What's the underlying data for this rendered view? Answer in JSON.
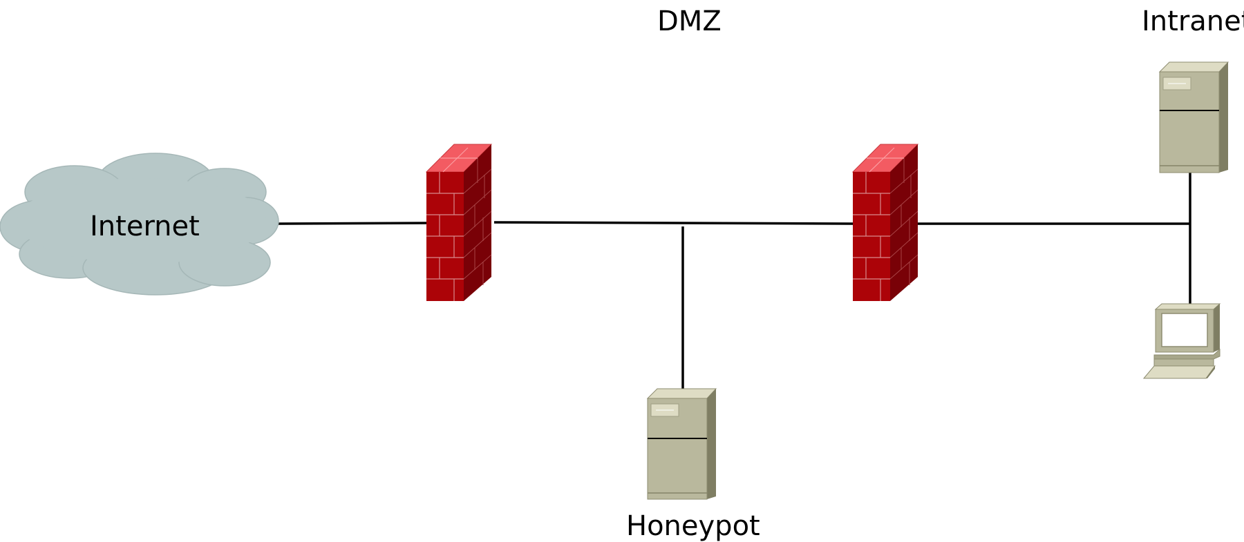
{
  "diagram": {
    "labels": {
      "internet": "Internet",
      "dmz": "DMZ",
      "honeypot": "Honeypot",
      "intranet": "Intranet"
    },
    "nodes": [
      {
        "id": "internet",
        "kind": "cloud",
        "label": "Internet"
      },
      {
        "id": "outer-firewall",
        "kind": "firewall"
      },
      {
        "id": "inner-firewall",
        "kind": "firewall"
      },
      {
        "id": "honeypot",
        "kind": "server",
        "label": "Honeypot"
      },
      {
        "id": "intranet-server",
        "kind": "server"
      },
      {
        "id": "intranet-workstation",
        "kind": "workstation"
      }
    ],
    "zones": [
      "DMZ",
      "Intranet"
    ],
    "colors": {
      "cloud": "#b7c8c8",
      "firewall": "#a8070b",
      "firewall_top": "#f35b62",
      "server": "#b9b89d",
      "line": "#000000"
    }
  }
}
